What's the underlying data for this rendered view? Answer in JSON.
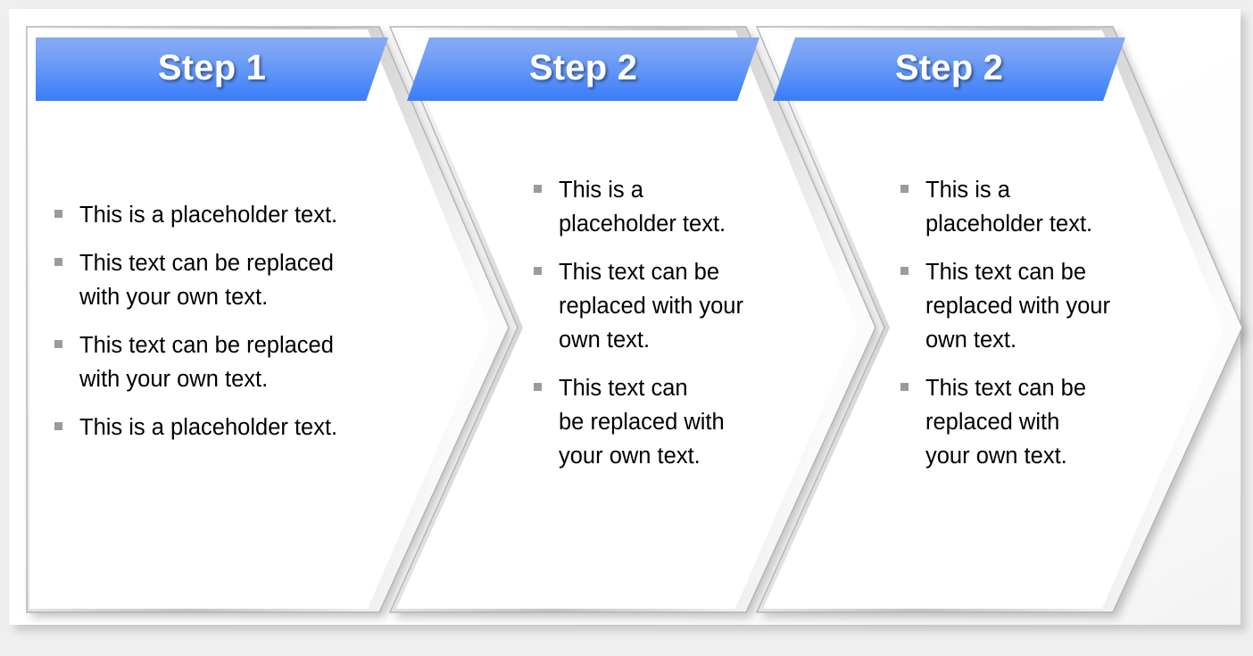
{
  "slide": {
    "background_color": "#efefef",
    "panel_color": "#ffffff",
    "accent_color": "#3a7df8",
    "accent_color_light": "#83aaf6",
    "bullet_color": "#9b9b9b",
    "text_color": "#000000",
    "banner_text_color": "#ffffff",
    "chevron_border_color": "#d0d0d0"
  },
  "steps": [
    {
      "banner_label": "Step 1",
      "bullets": [
        "This is a placeholder text.",
        "This text can be replaced\nwith your own text.",
        "This text can be replaced\nwith your own text.",
        "This is a placeholder text."
      ]
    },
    {
      "banner_label": "Step 2",
      "bullets": [
        "This is a\nplaceholder text.",
        "This text can be\nreplaced with your\n own text.",
        "This text can\nbe replaced with\nyour own text."
      ]
    },
    {
      "banner_label": "Step 2",
      "bullets": [
        "This is a\nplaceholder text.",
        "This text can be\nreplaced with your\nown text.",
        "This text can be\n replaced with\nyour own text."
      ]
    }
  ]
}
